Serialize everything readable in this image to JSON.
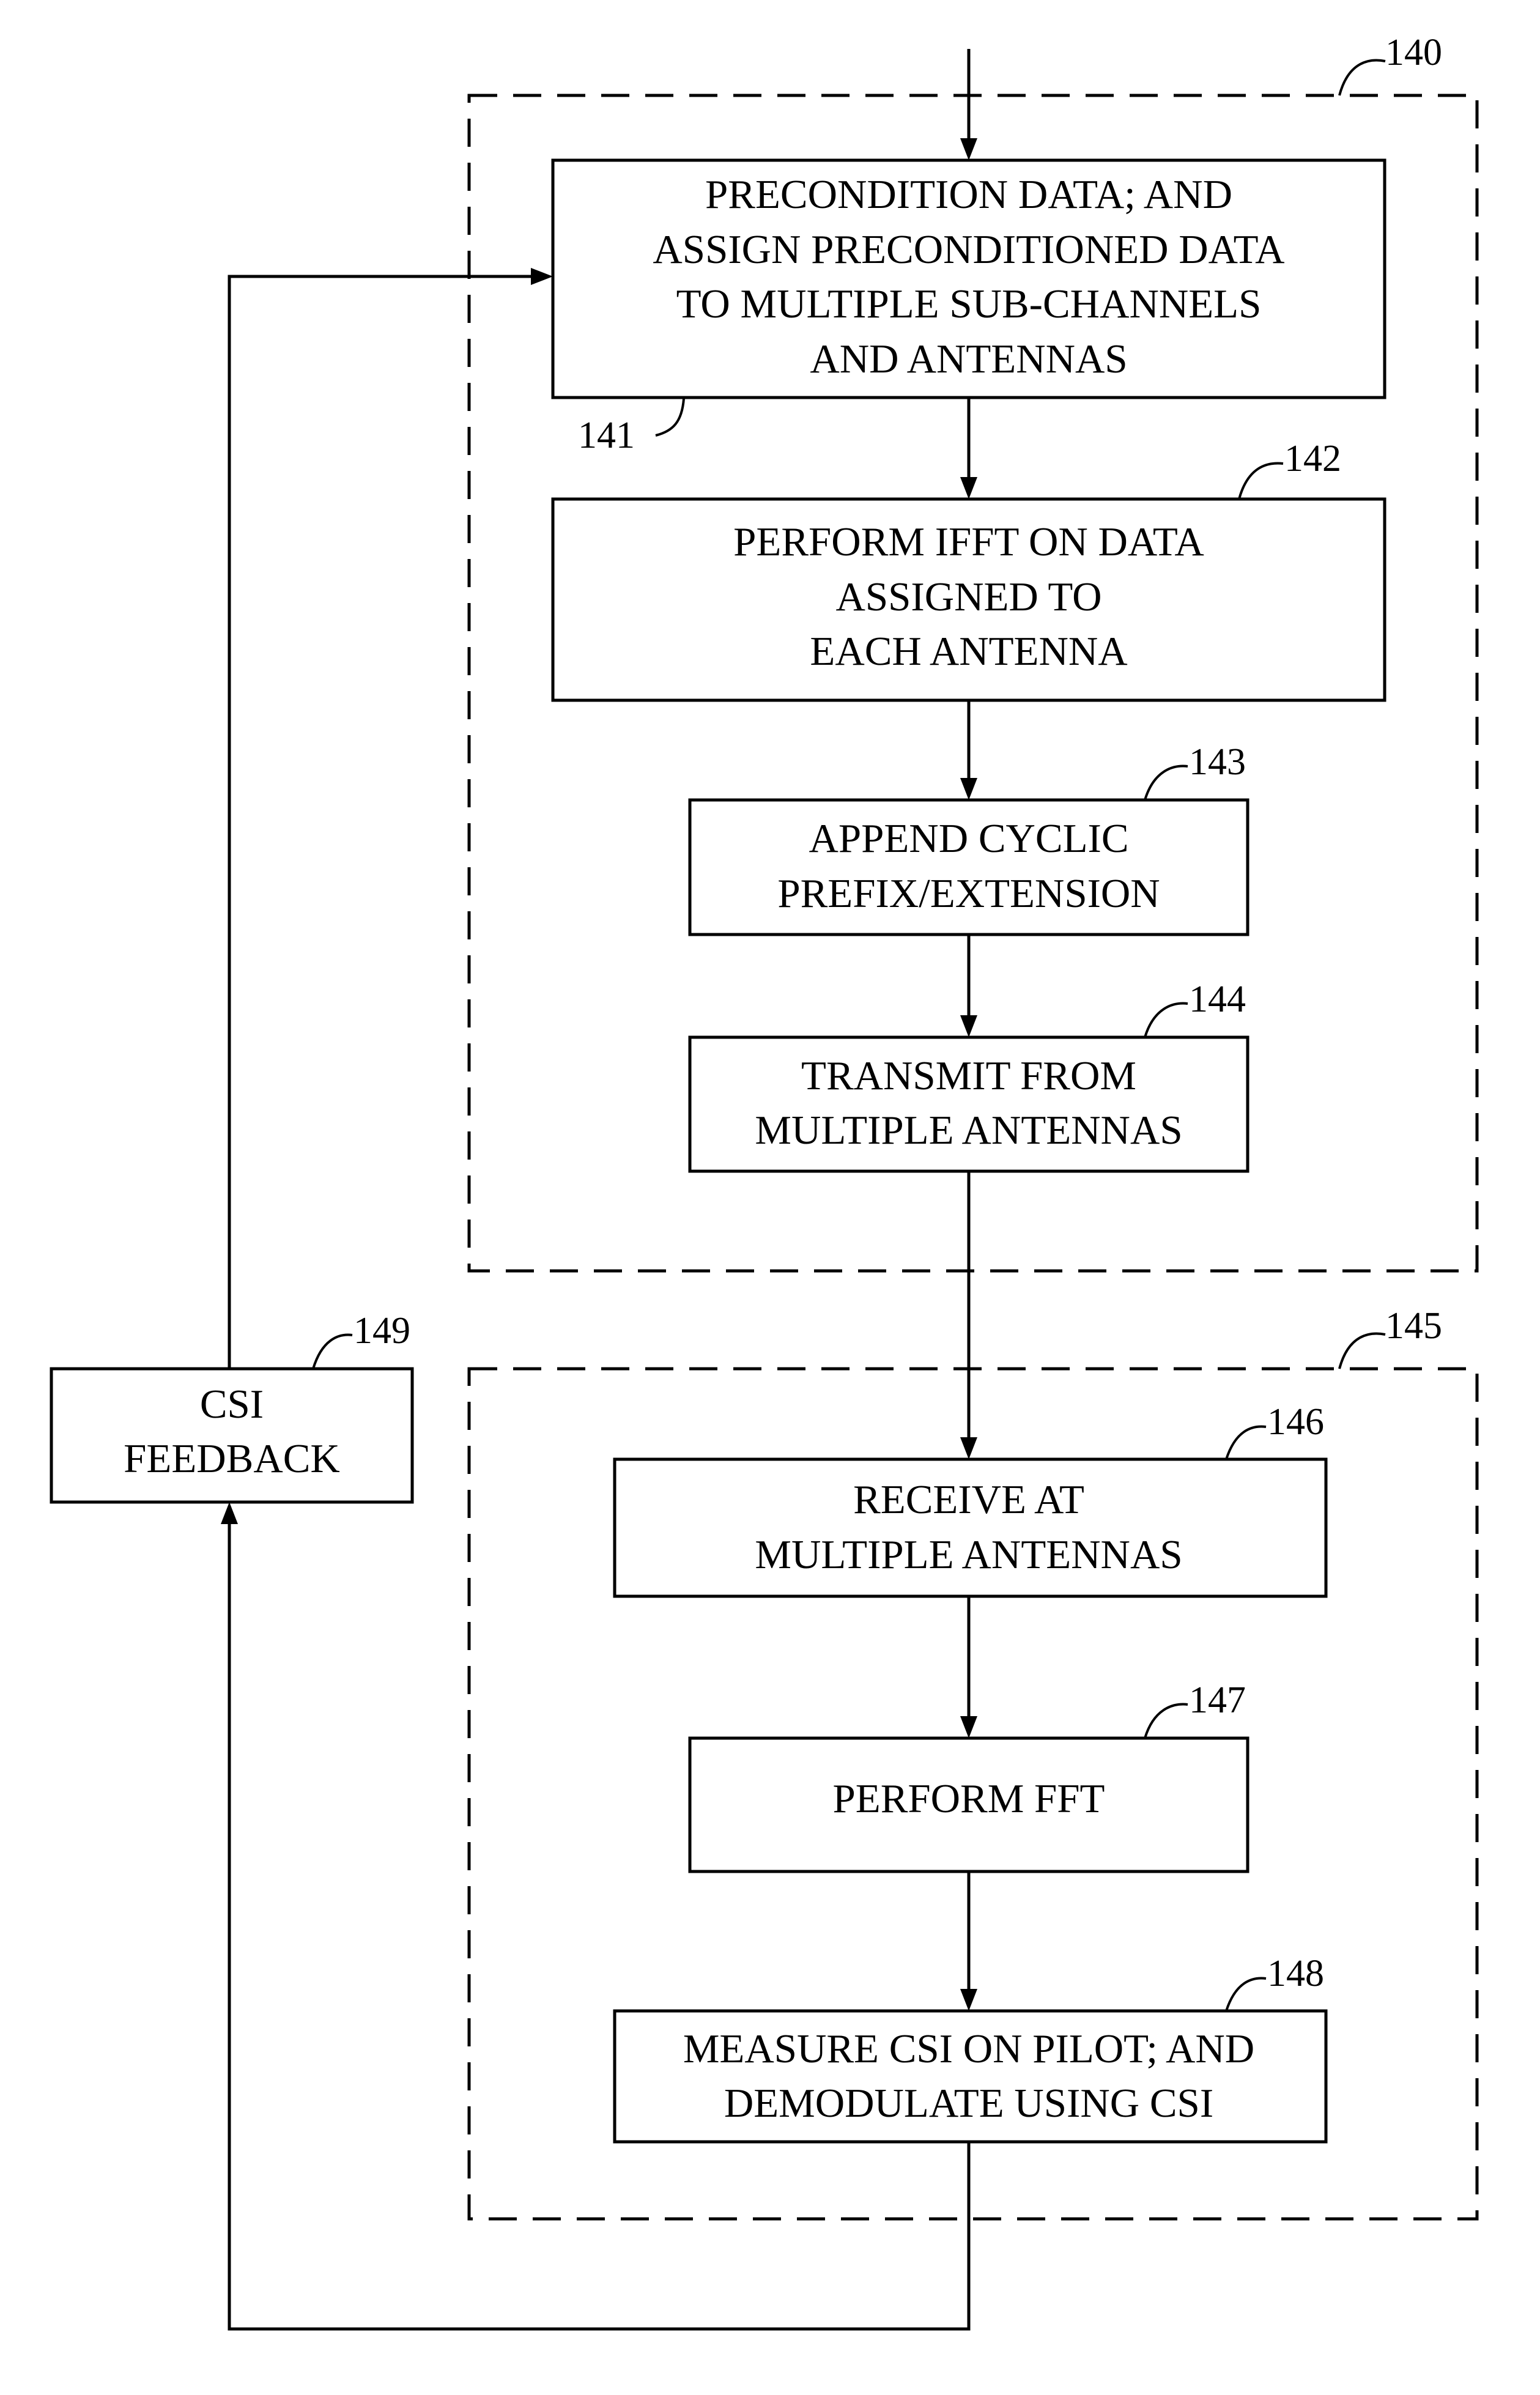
{
  "blocks": {
    "b141": {
      "ref": "141",
      "lines": [
        "PRECONDITION DATA; AND",
        "ASSIGN PRECONDITIONED DATA",
        "TO MULTIPLE SUB-CHANNELS",
        "AND ANTENNAS"
      ]
    },
    "b142": {
      "ref": "142",
      "lines": [
        "PERFORM IFFT ON DATA",
        "ASSIGNED TO",
        "EACH ANTENNA"
      ]
    },
    "b143": {
      "ref": "143",
      "lines": [
        "APPEND CYCLIC",
        "PREFIX/EXTENSION"
      ]
    },
    "b144": {
      "ref": "144",
      "lines": [
        "TRANSMIT FROM",
        "MULTIPLE ANTENNAS"
      ]
    },
    "b146": {
      "ref": "146",
      "lines": [
        "RECEIVE AT",
        "MULTIPLE ANTENNAS"
      ]
    },
    "b147": {
      "ref": "147",
      "lines": [
        "PERFORM FFT"
      ]
    },
    "b148": {
      "ref": "148",
      "lines": [
        "MEASURE CSI ON PILOT; AND",
        "DEMODULATE USING CSI"
      ]
    },
    "b149": {
      "ref": "149",
      "lines": [
        "CSI",
        "FEEDBACK"
      ]
    }
  },
  "groups": {
    "transmitter": {
      "ref": "140"
    },
    "receiver": {
      "ref": "145"
    }
  },
  "colors": {
    "ink": "#000000",
    "background": "#ffffff"
  }
}
